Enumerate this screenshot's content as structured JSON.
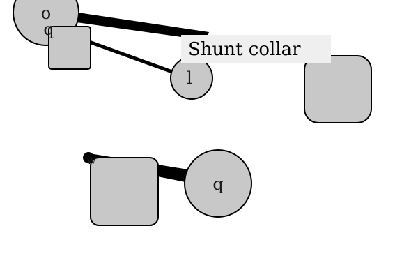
{
  "diagram": {
    "colors": {
      "node_fill": "#c8c8c8",
      "node_stroke": "#000000",
      "edge": "#000000",
      "label_bg": "#efefef",
      "background": "#ffffff"
    },
    "nodes": {
      "o": {
        "label": "o",
        "shape": "circle"
      },
      "q_top": {
        "label": "q",
        "shape": "rounded-square"
      },
      "l": {
        "label": "l",
        "shape": "circle"
      },
      "right_box": {
        "label": "",
        "shape": "rounded-square"
      },
      "w": {
        "label": "w",
        "shape": "dot"
      },
      "mid_box": {
        "label": "",
        "shape": "rounded-square"
      },
      "q_circle": {
        "label": "q",
        "shape": "circle"
      }
    },
    "edges": [
      {
        "from": "o",
        "to": "Shunt collar label",
        "weight": "thick"
      },
      {
        "from": "q_top",
        "to": "l",
        "weight": "medium"
      },
      {
        "from": "w",
        "to": "q_circle",
        "weight": "thick-tapered"
      }
    ],
    "hover_label": "Shunt collar"
  }
}
